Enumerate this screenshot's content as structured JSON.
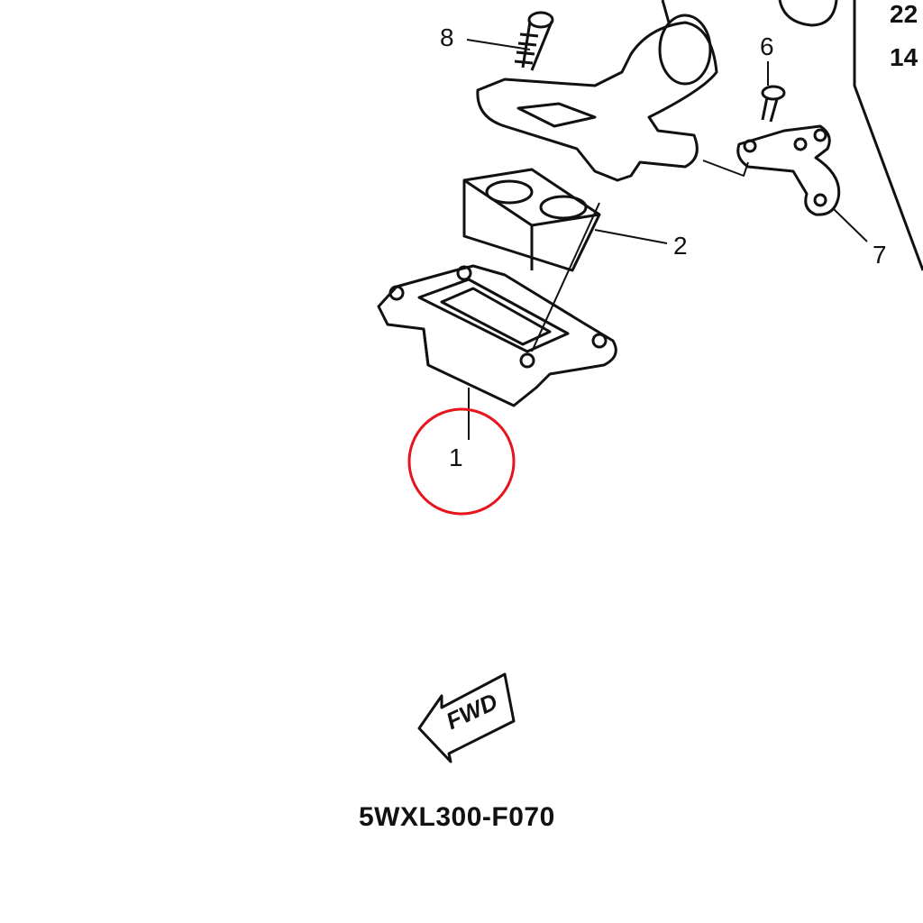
{
  "diagram": {
    "part_labels": [
      "8",
      "6",
      "2",
      "7",
      "1"
    ],
    "side_labels": [
      "22",
      "14"
    ],
    "fwd_label": "FWD",
    "diagram_code": "5WXL300-F070",
    "highlight_color": "#e8141b",
    "highlighted_part": "1"
  }
}
